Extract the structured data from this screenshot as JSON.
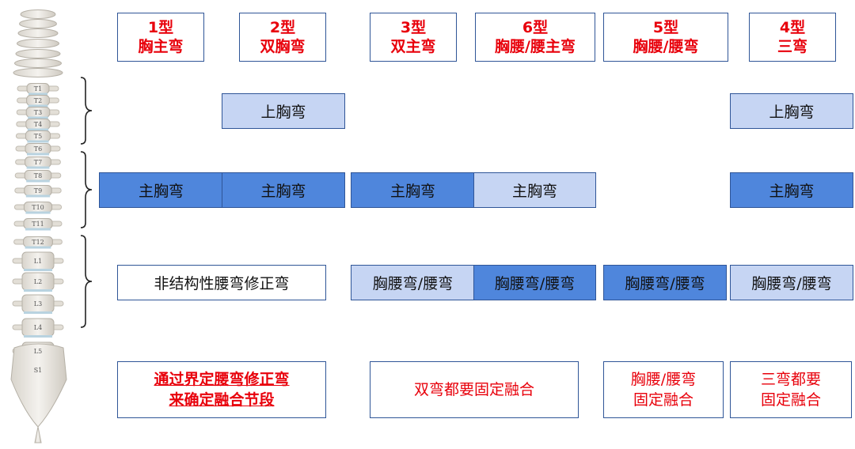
{
  "headers": [
    {
      "type": "1型",
      "name": "胸主弯"
    },
    {
      "type": "2型",
      "name": "双胸弯"
    },
    {
      "type": "3型",
      "name": "双主弯"
    },
    {
      "type": "6型",
      "name": "胸腰/腰主弯"
    },
    {
      "type": "5型",
      "name": "胸腰/腰弯"
    },
    {
      "type": "4型",
      "name": "三弯"
    }
  ],
  "rows": {
    "upper_thoracic": {
      "col2": "上胸弯",
      "col6": "上胸弯"
    },
    "main_thoracic": {
      "col1": "主胸弯",
      "col2": "主胸弯",
      "col3": "主胸弯",
      "col4": "主胸弯",
      "col6": "主胸弯"
    },
    "lumbar": {
      "col12": "非结构性腰弯修正弯",
      "col3": "胸腰弯/腰弯",
      "col4": "胸腰弯/腰弯",
      "col5": "胸腰弯/腰弯",
      "col6": "胸腰弯/腰弯"
    }
  },
  "bottom": {
    "col12": [
      "通过界定腰弯修正弯",
      "来确定融合节段"
    ],
    "col34": "双弯都要固定融合",
    "col5": [
      "胸腰/腰弯",
      "固定融合"
    ],
    "col6": [
      "三弯都要",
      "固定融合"
    ]
  },
  "spine_labels": [
    "T1",
    "T2",
    "T3",
    "T4",
    "T5",
    "T6",
    "T7",
    "T8",
    "T9",
    "T10",
    "T11",
    "T12",
    "L1",
    "L2",
    "L3",
    "L4",
    "L5",
    "S1"
  ],
  "colors": {
    "header_text": "#e8000b",
    "border": "#2f5597",
    "light_fill": "#c6d5f3",
    "dark_fill": "#4f86dc"
  }
}
